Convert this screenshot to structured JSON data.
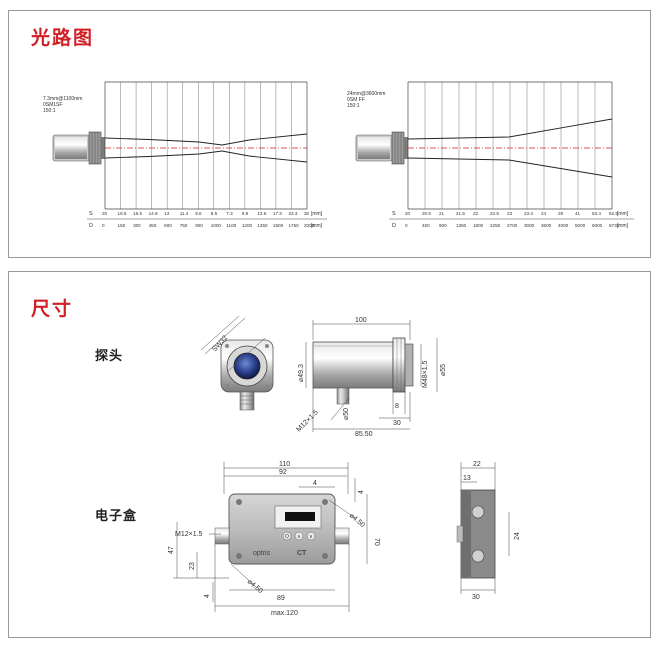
{
  "optics": {
    "title": "光路图",
    "left": {
      "spec_lines": [
        "7.3mm@1100mm",
        "0SM1SF",
        "150:1"
      ],
      "s_label": "S",
      "d_label": "D",
      "unit": "[mm]",
      "s_values": [
        "20",
        "18.5",
        "16.5",
        "14.8",
        "13",
        "11.4",
        "9.6",
        "8.5",
        "7.3",
        "9.8",
        "13.5",
        "17.3",
        "23.3",
        "30"
      ],
      "d_values": [
        "0",
        "150",
        "300",
        "450",
        "600",
        "750",
        "900",
        "1000",
        "1100",
        "1200",
        "1350",
        "1500",
        "1750",
        "2000"
      ]
    },
    "right": {
      "spec_lines": [
        "24mm@3600mm",
        "0SM FF",
        "150:1"
      ],
      "s_label": "S",
      "d_label": "D",
      "unit": "[mm]",
      "s_values": [
        "20",
        "20.5",
        "21",
        "21.5",
        "22",
        "22.5",
        "23",
        "23.4",
        "24",
        "29",
        "41",
        "53.4",
        "62.5"
      ],
      "d_values": [
        "0",
        "450",
        "900",
        "1350",
        "1800",
        "2250",
        "2700",
        "3000",
        "3600",
        "4000",
        "5000",
        "6000",
        "6730"
      ]
    }
  },
  "dims": {
    "title": "尺寸",
    "probe_label": "探头",
    "box_label": "电子盒",
    "probe": {
      "front_sw": "SW32",
      "side_len": "100",
      "dia_left": "⌀49.3",
      "thread": "M48×1.5",
      "dia_right": "⌀55",
      "cable_thread": "M12×1.5",
      "dia_small": "⌀50",
      "dim_8": "8",
      "dim_30": "30",
      "dim_85": "85.50"
    },
    "box": {
      "w110": "110",
      "w92": "92",
      "d4a": "4",
      "d4b": "4",
      "hole": "⌀4.50",
      "thread": "M12×1.5",
      "h47": "47",
      "h23": "23",
      "h70": "70",
      "d4c": "4",
      "hole2": "⌀4.50",
      "w89": "89",
      "max": "max.120",
      "brand": "optris",
      "model": "CT",
      "buttons": [
        "O",
        "∧",
        "∨"
      ]
    },
    "side": {
      "w22": "22",
      "w13": "13",
      "h24": "24",
      "w30": "30"
    }
  }
}
